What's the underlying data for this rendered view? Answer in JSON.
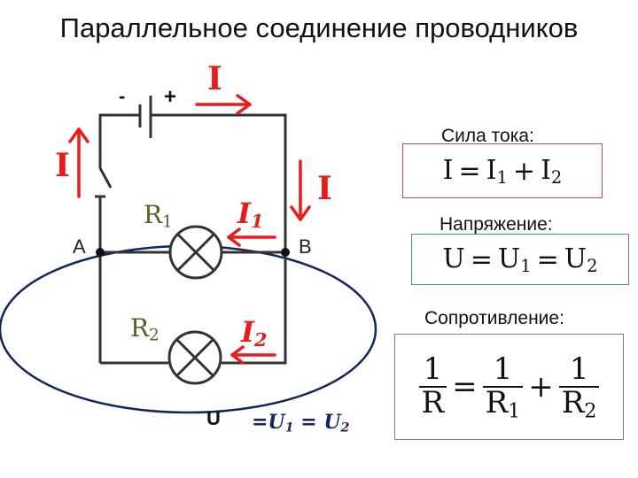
{
  "title": "Параллельное соединение проводников",
  "sections": {
    "current_caption": "Сила тока:",
    "voltage_caption": "Напряжение:",
    "resistance_caption": "Сопротивление:"
  },
  "formulas": {
    "current": {
      "lhs": "I",
      "eq": "=",
      "t1": "I",
      "t1_sub": "1",
      "plus": "+",
      "t2": "I",
      "t2_sub": "2"
    },
    "voltage": {
      "lhs": "U",
      "eq1": "=",
      "t1": "U",
      "t1_sub": "1",
      "eq2": "=",
      "t2": "U",
      "t2_sub": "2"
    },
    "resistance": {
      "one_a": "1",
      "r": "R",
      "eq": "=",
      "one_b": "1",
      "r1": "R",
      "r1_sub": "1",
      "plus": "+",
      "one_c": "1",
      "r2": "R",
      "r2_sub": "2"
    }
  },
  "circuit": {
    "battery_minus": "-",
    "battery_plus": "+",
    "current_top": "I",
    "current_left": "I",
    "current_right": "I",
    "node_a": "A",
    "node_b": "B",
    "r1": "R",
    "r1_sub": "1",
    "r2": "R",
    "r2_sub": "2",
    "i1": "I",
    "i1_sub": "1",
    "i2": "I",
    "i2_sub": "2",
    "u_label": "U",
    "u_eq": "=U",
    "u_eq_sub1": "1",
    "u_eq_mid": " = U",
    "u_eq_sub2": "2"
  },
  "colors": {
    "current_arrows": "#e81c1c",
    "resistor_labels": "#4f6228",
    "voltage_loop": "#13245f",
    "current_box_border": "#c0504d",
    "voltage_box_border": "#4f81bd",
    "resistance_box_border": "#7f7f7f"
  }
}
